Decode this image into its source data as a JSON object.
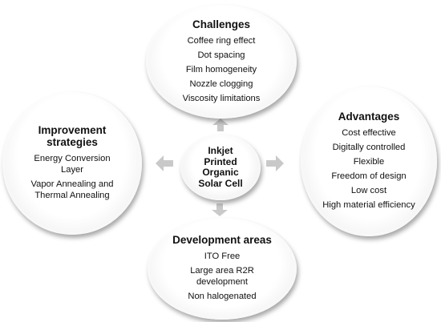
{
  "center": {
    "title": "Inkjet\nPrinted\nOrganic\nSolar Cell"
  },
  "challenges": {
    "title": "Challenges",
    "items": [
      "Coffee ring effect",
      "Dot spacing",
      "Film homogeneity",
      "Nozzle clogging",
      "Viscosity limitations"
    ]
  },
  "advantages": {
    "title": "Advantages",
    "items": [
      "Cost effective",
      "Digitally controlled",
      "Flexible",
      "Freedom of design",
      "Low cost",
      "High material efficiency"
    ]
  },
  "improvement": {
    "title": "Improvement\nstrategies",
    "items": [
      "Energy Conversion\nLayer",
      "Vapor Annealing and\nThermal Annealing"
    ]
  },
  "development": {
    "title": "Development areas",
    "items": [
      "ITO Free",
      "Large area R2R\ndevelopment",
      "Non halogenated"
    ]
  },
  "colors": {
    "arrow": "#c9c9c9",
    "bubble_edge": "#d6d6d6"
  }
}
